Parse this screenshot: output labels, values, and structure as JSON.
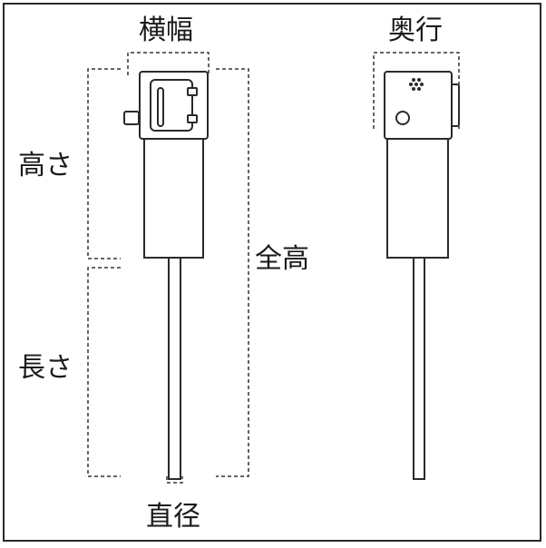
{
  "labels": {
    "width": "横幅",
    "depth": "奥行",
    "height": "高さ",
    "total_height": "全高",
    "length": "長さ",
    "diameter": "直径"
  },
  "colors": {
    "line": "#2a2a2a",
    "dim_line": "#333333",
    "fill": "#ffffff"
  }
}
